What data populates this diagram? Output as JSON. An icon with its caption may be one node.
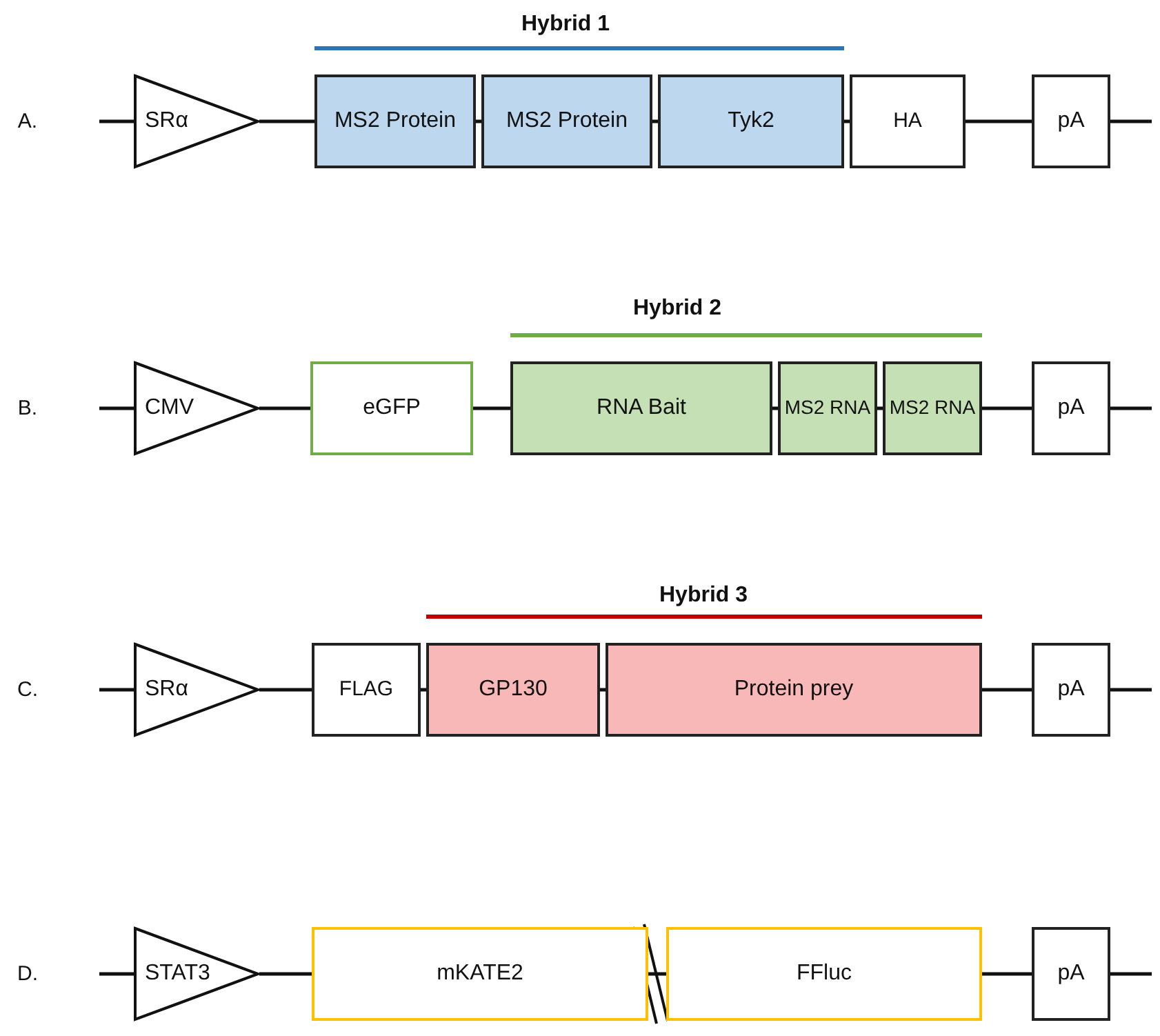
{
  "diagram": {
    "nodes": [
      {
        "text": [
          "SRα"
        ]
      },
      {
        "text": [
          "MS2 Protein"
        ]
      },
      {
        "text": [
          "MS2 Protein"
        ]
      },
      {
        "text": [
          "Tyk2"
        ]
      },
      {
        "text": [
          "HA"
        ]
      },
      {
        "text": [
          "pA"
        ]
      },
      {
        "text": [
          "CMV"
        ]
      },
      {
        "text": [
          "eGFP"
        ]
      },
      {
        "text": [
          "RNA Bait"
        ]
      },
      {
        "text": [
          "MS2 RNA"
        ]
      },
      {
        "text": [
          "MS2 RNA"
        ]
      },
      {
        "text": [
          "pA"
        ]
      },
      {
        "text": [
          "SRα"
        ]
      },
      {
        "text": [
          "FLAG"
        ]
      },
      {
        "text": [
          "GP130"
        ]
      },
      {
        "text": [
          "Protein prey"
        ]
      },
      {
        "text": [
          "pA"
        ]
      },
      {
        "text": [
          "STAT3"
        ]
      },
      {
        "text": [
          "mKATE2"
        ]
      },
      {
        "text": [
          "FFluc"
        ]
      },
      {
        "text": [
          "pA"
        ]
      }
    ],
    "edges": [
      {
        "from": null,
        "to": 0,
        "arrow": "none"
      },
      {
        "from": 0,
        "to": 1,
        "arrow": "none"
      },
      {
        "from": 1,
        "to": 2,
        "arrow": "none"
      },
      {
        "from": 2,
        "to": 3,
        "arrow": "none"
      },
      {
        "from": 3,
        "to": 4,
        "arrow": "none"
      },
      {
        "from": 4,
        "to": 5,
        "arrow": "none"
      },
      {
        "from": 5,
        "to": null,
        "arrow": "none"
      },
      {
        "from": null,
        "to": 6,
        "arrow": "none"
      },
      {
        "from": 6,
        "to": 7,
        "arrow": "none"
      },
      {
        "from": 7,
        "to": 8,
        "arrow": "none"
      },
      {
        "from": 8,
        "to": 9,
        "arrow": "none"
      },
      {
        "from": 9,
        "to": 10,
        "arrow": "none"
      },
      {
        "from": 10,
        "to": 11,
        "arrow": "none"
      },
      {
        "from": 11,
        "to": null,
        "arrow": "none"
      },
      {
        "from": null,
        "to": 12,
        "arrow": "none"
      },
      {
        "from": 12,
        "to": 13,
        "arrow": "none"
      },
      {
        "from": 13,
        "to": 14,
        "arrow": "none"
      },
      {
        "from": 14,
        "to": 15,
        "arrow": "none"
      },
      {
        "from": 15,
        "to": 16,
        "arrow": "none"
      },
      {
        "from": 16,
        "to": null,
        "arrow": "none"
      },
      {
        "from": null,
        "to": 17,
        "arrow": "none"
      },
      {
        "from": 17,
        "to": 18,
        "arrow": "none"
      },
      {
        "from": 18,
        "to": 19,
        "arrow": "none"
      },
      {
        "from": 19,
        "to": 20,
        "arrow": "none"
      },
      {
        "from": 20,
        "to": null,
        "arrow": "none"
      }
    ],
    "labels": [
      "Hybrid 1",
      "A.",
      "Hybrid 2",
      "B.",
      "Hybrid 3",
      "C.",
      "D."
    ]
  }
}
